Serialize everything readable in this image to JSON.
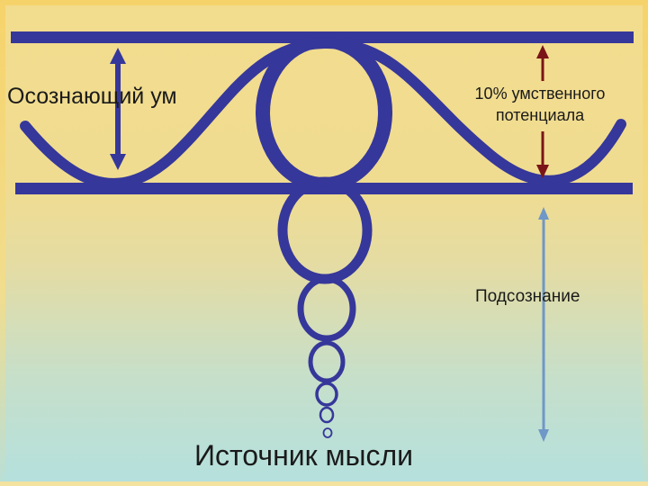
{
  "labels": {
    "conscious_mind": "Осознающий ум",
    "mental_potential_line1": "10% умственного",
    "mental_potential_line2": "потенциала",
    "subconscious": "Подсознание",
    "thought_source": "Источник мысли"
  },
  "colors": {
    "lines": "#36379a",
    "dark_red_arrow": "#7b1418",
    "light_blue_arrow": "#6f97c7"
  }
}
